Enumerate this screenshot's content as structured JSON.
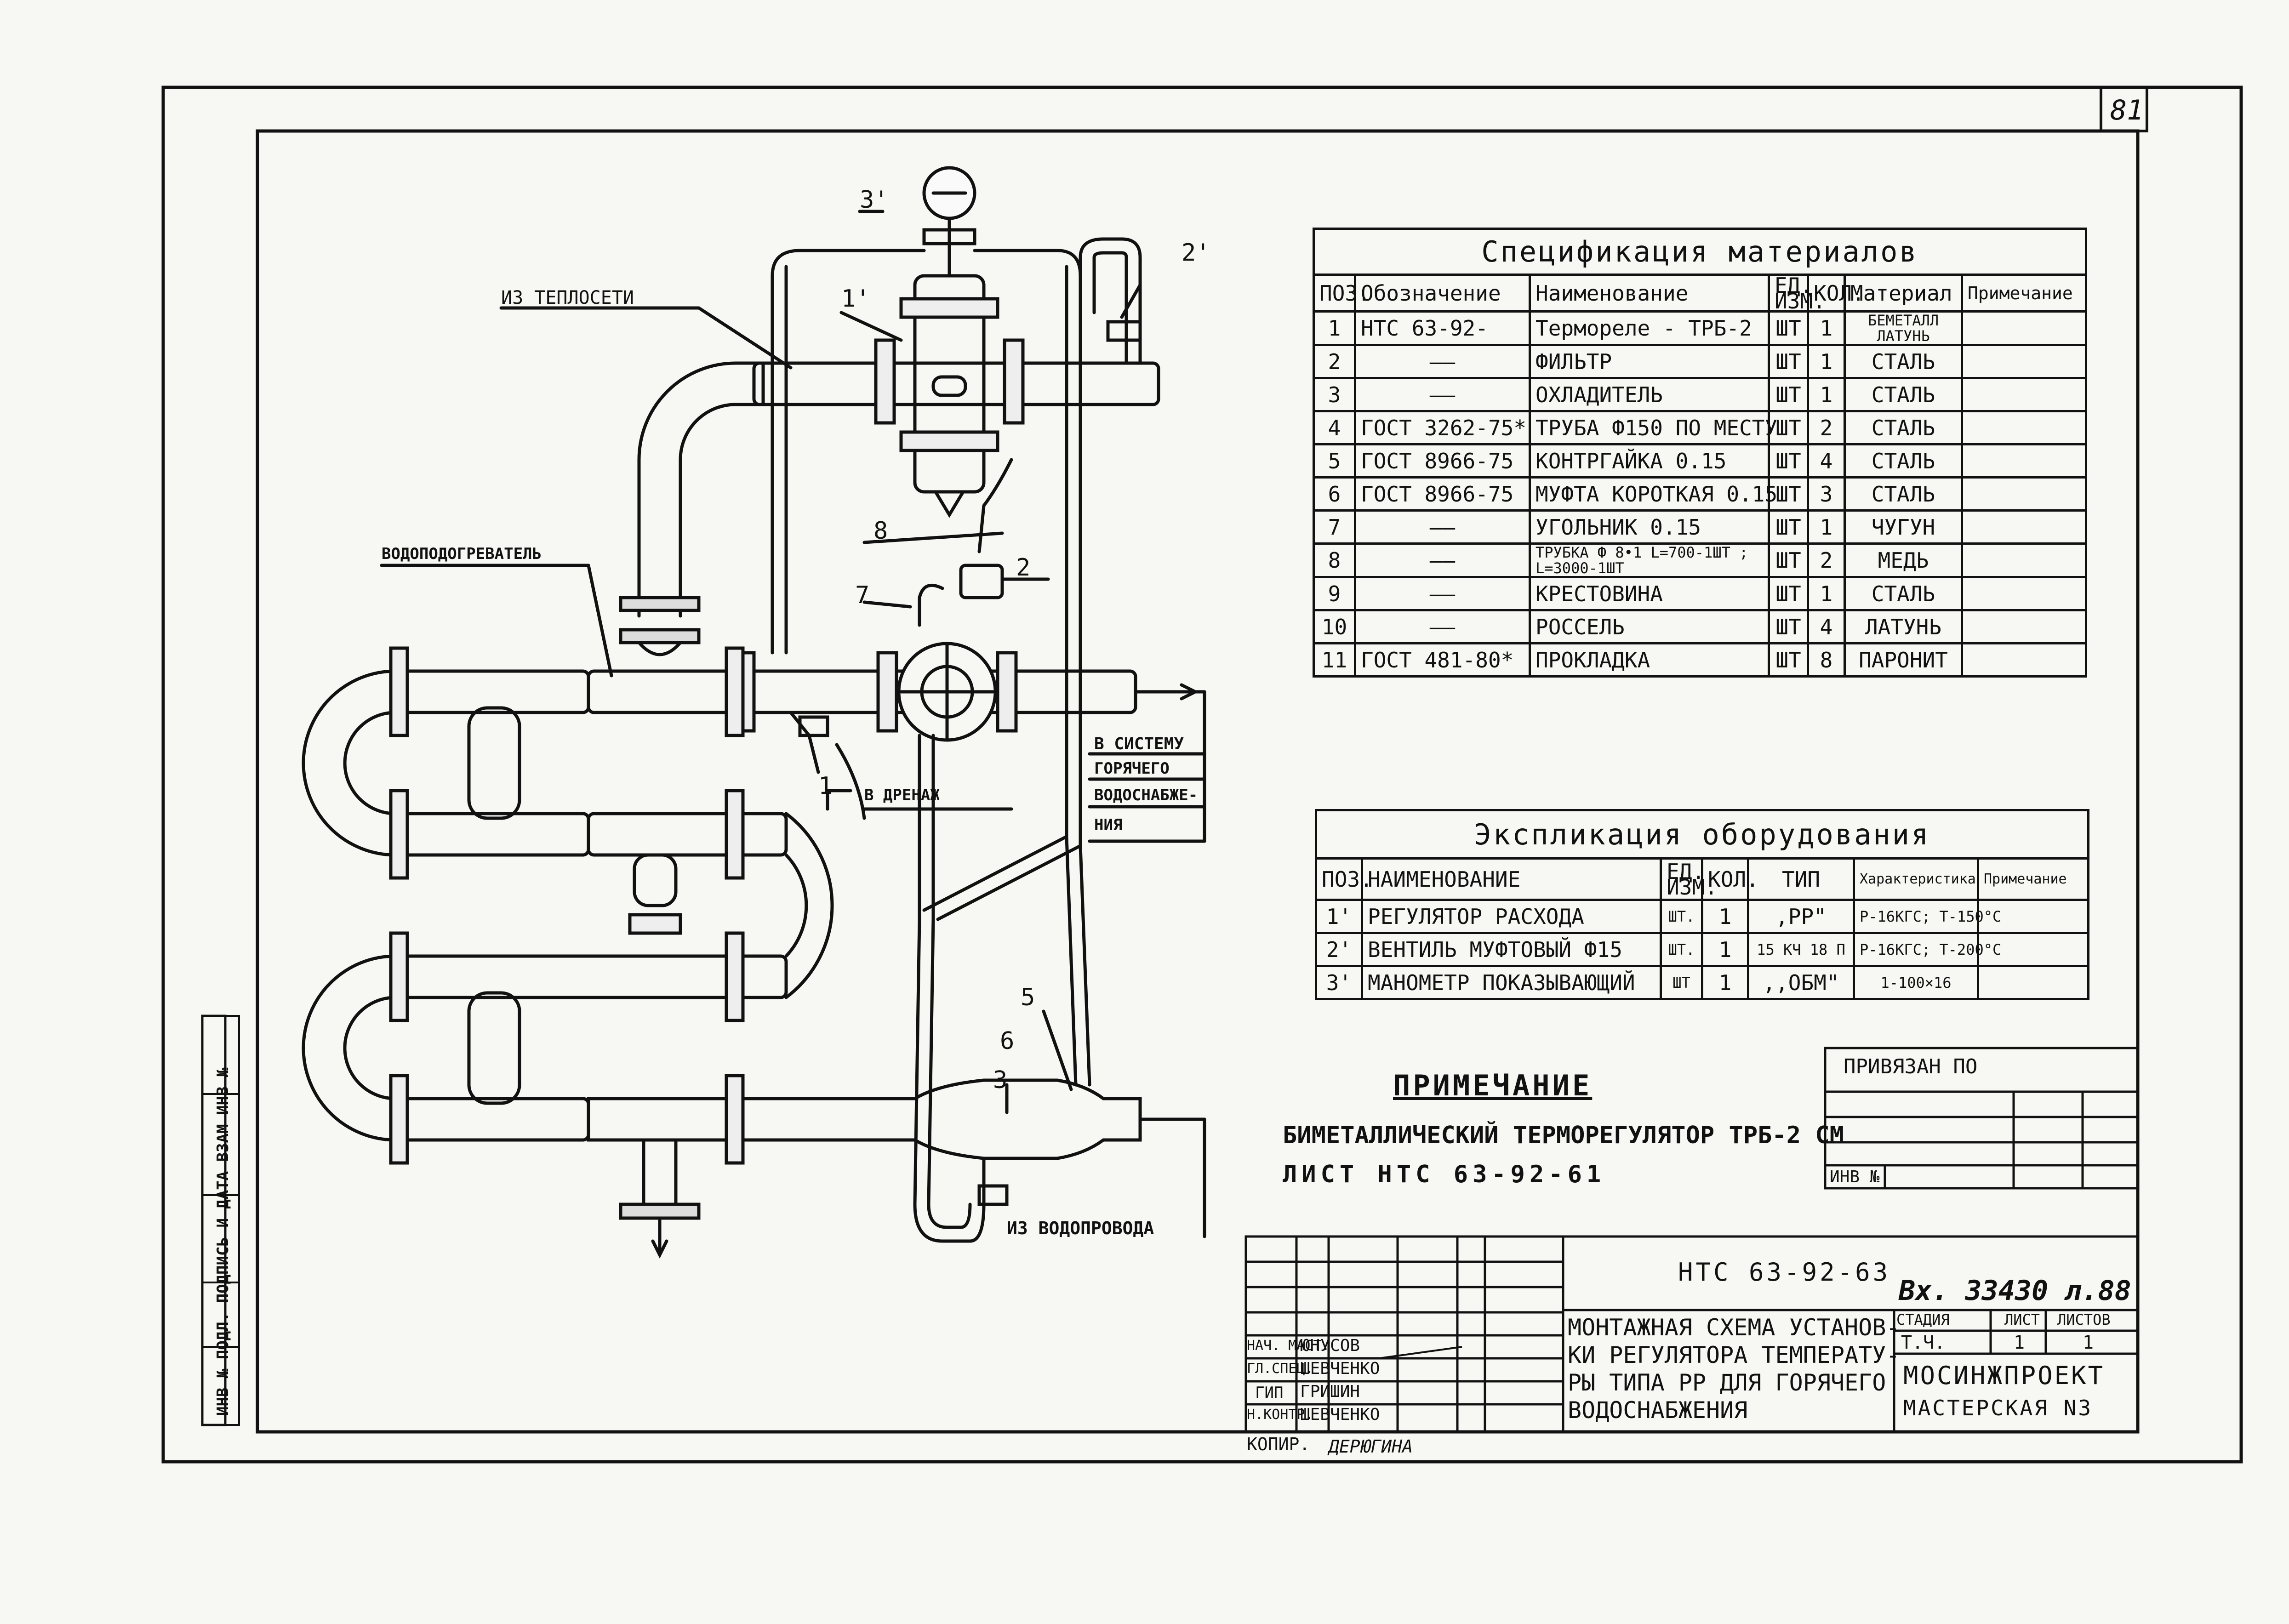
{
  "sheet_number": "81",
  "labels": {
    "from_heat_network": "ИЗ ТЕПЛОСЕТИ",
    "water_heater": "ВОДОПОДОГРЕВАТЕЛЬ",
    "to_drain": "В ДРЕНАЖ",
    "to_system": [
      "В СИСТЕМУ",
      "ГОРЯЧЕГО",
      "ВОДОСНАБЖЕ-",
      "НИЯ"
    ],
    "from_water_main": "ИЗ ВОДОПРОВОДА"
  },
  "positions": [
    "3'",
    "2'",
    "1'",
    "8",
    "7",
    "2",
    "1",
    "5",
    "6",
    "3"
  ],
  "spec": {
    "caption": "Спецификация материалов",
    "headers": [
      "ПОЗ.",
      "Обозначение",
      "Наименование",
      "ЕД. ИЗМ.",
      "КОЛ.",
      "Материал",
      "Примечание"
    ],
    "rows": [
      [
        "1",
        "НТС 63-92-",
        "Термореле - ТРБ-2",
        "ШТ",
        "1",
        "БЕМЕТАЛЛ ЛАТУНЬ",
        ""
      ],
      [
        "2",
        "——",
        "ФИЛЬТР",
        "ШТ",
        "1",
        "СТАЛЬ",
        ""
      ],
      [
        "3",
        "——",
        "ОХЛАДИТЕЛЬ",
        "ШТ",
        "1",
        "СТАЛЬ",
        ""
      ],
      [
        "4",
        "ГОСТ 3262-75*",
        "ТРУБА Ф150 ПО МЕСТУ",
        "ШТ",
        "2",
        "СТАЛЬ",
        ""
      ],
      [
        "5",
        "ГОСТ 8966-75",
        "КОНТРГАЙКА 0.15",
        "ШТ",
        "4",
        "СТАЛЬ",
        ""
      ],
      [
        "6",
        "ГОСТ 8966-75",
        "МУФТА КОРОТКАЯ 0.15",
        "ШТ",
        "3",
        "СТАЛЬ",
        ""
      ],
      [
        "7",
        "——",
        "УГОЛЬНИК 0.15",
        "ШТ",
        "1",
        "ЧУГУН",
        ""
      ],
      [
        "8",
        "——",
        "ТРУБКА Ф 8•1 L=700-1ШТ ; L=3000-1ШТ",
        "ШТ",
        "2",
        "МЕДЬ",
        ""
      ],
      [
        "9",
        "——",
        "КРЕСТОВИНА",
        "ШТ",
        "1",
        "СТАЛЬ",
        ""
      ],
      [
        "10",
        "——",
        "РОССЕЛЬ",
        "ШТ",
        "4",
        "ЛАТУНЬ",
        ""
      ],
      [
        "11",
        "ГОСТ 481-80*",
        "ПРОКЛАДКА",
        "ШТ",
        "8",
        "ПАРОНИТ",
        ""
      ]
    ]
  },
  "equip": {
    "caption": "Экспликация оборудования",
    "headers": [
      "ПОЗ.",
      "НАИМЕНОВАНИЕ",
      "ЕД. ИЗМ.",
      "КОЛ.",
      "ТИП",
      "Характеристика",
      "Примечание"
    ],
    "rows": [
      [
        "1'",
        "РЕГУЛЯТОР РАСХОДА",
        "ШТ.",
        "1",
        ",РР\"",
        "Р-16КГС; Т-150°С",
        ""
      ],
      [
        "2'",
        "ВЕНТИЛЬ МУФТОВЫЙ Ф15",
        "ШТ.",
        "1",
        "15 КЧ 18 П",
        "Р-16КГС; Т-200°С",
        ""
      ],
      [
        "3'",
        "МАНОМЕТР ПОКАЗЫВАЮЩИЙ",
        "ШТ",
        "1",
        ",,ОБМ\"",
        "1-100×16",
        ""
      ]
    ]
  },
  "binding": {
    "title": "ПРИВЯЗАН ПО",
    "inv": "ИНВ №"
  },
  "note": {
    "title": "ПРИМЕЧАНИЕ",
    "line1": "БИМЕТАЛЛИЧЕСКИЙ ТЕРМОРЕГУЛЯТОР ТРБ-2 СМ",
    "line2": "ЛИСТ НТС 63-92-61"
  },
  "side_stamp": "ИНВ № ПОДЛ. ПОДПИСЬ И ДАТА ВЗАМ ИНВ №",
  "title_block": {
    "code": "НТС 63-92-63",
    "handwritten": "Вх. 33430 л.88",
    "title": [
      "МОНТАЖНАЯ СХЕМА УСТАНОВ-",
      "КИ РЕГУЛЯТОРА ТЕМПЕРАТУ-",
      "РЫ ТИПА РР ДЛЯ ГОРЯЧЕГО",
      "ВОДОСНАБЖЕНИЯ"
    ],
    "stage_h": "СТАДИЯ",
    "sheet_h": "ЛИСТ",
    "sheets_h": "ЛИСТОВ",
    "stage": "Т.Ч.",
    "sheet": "1",
    "sheets": "1",
    "org": "МОСИНЖПРОЕКТ",
    "dept": "МАСТЕРСКАЯ N3",
    "signers": [
      [
        "НАЧ. МАСТ.",
        "ЮНУСОВ"
      ],
      [
        "ГЛ.СПЕЦ.",
        "ШЕВЧЕНКО"
      ],
      [
        "ГИП",
        "ГРИШИН"
      ],
      [
        "Н.КОНТР.",
        "ШЕВЧЕНКО"
      ]
    ],
    "copied_h": "КОПИР.",
    "copied": "ДЕРЮГИНА"
  }
}
